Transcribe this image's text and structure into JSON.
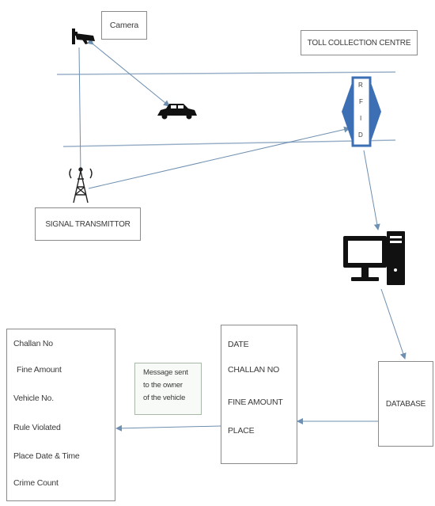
{
  "camera": {
    "label": "Camera"
  },
  "toll": {
    "label": "TOLL COLLECTION CENTRE",
    "rfid_letters": [
      "R",
      "F",
      "I",
      "D"
    ]
  },
  "signal": {
    "label": "SIGNAL TRANSMITTOR"
  },
  "database": {
    "label": "DATABASE"
  },
  "challan_box": {
    "items": [
      "DATE",
      "CHALLAN NO",
      "FINE AMOUNT",
      "PLACE"
    ]
  },
  "message": {
    "lines": [
      "Message sent",
      "to the owner",
      "of the vehicle"
    ]
  },
  "receipt": {
    "items": [
      "Challan No",
      "Fine Amount",
      "Vehicle No.",
      "Rule Violated",
      "Place Date & Time",
      "Crime Count"
    ]
  },
  "icons": {
    "camera": "cctv-camera-icon",
    "car": "car-icon",
    "tower": "signal-tower-icon",
    "computer": "computer-icon",
    "rfid": "rfid-reader-icon"
  },
  "colors": {
    "road_line": "#9ab0c8",
    "arrow": "#6e8fb0",
    "rfid_blue": "#3d6fb5",
    "icon": "#111111"
  }
}
